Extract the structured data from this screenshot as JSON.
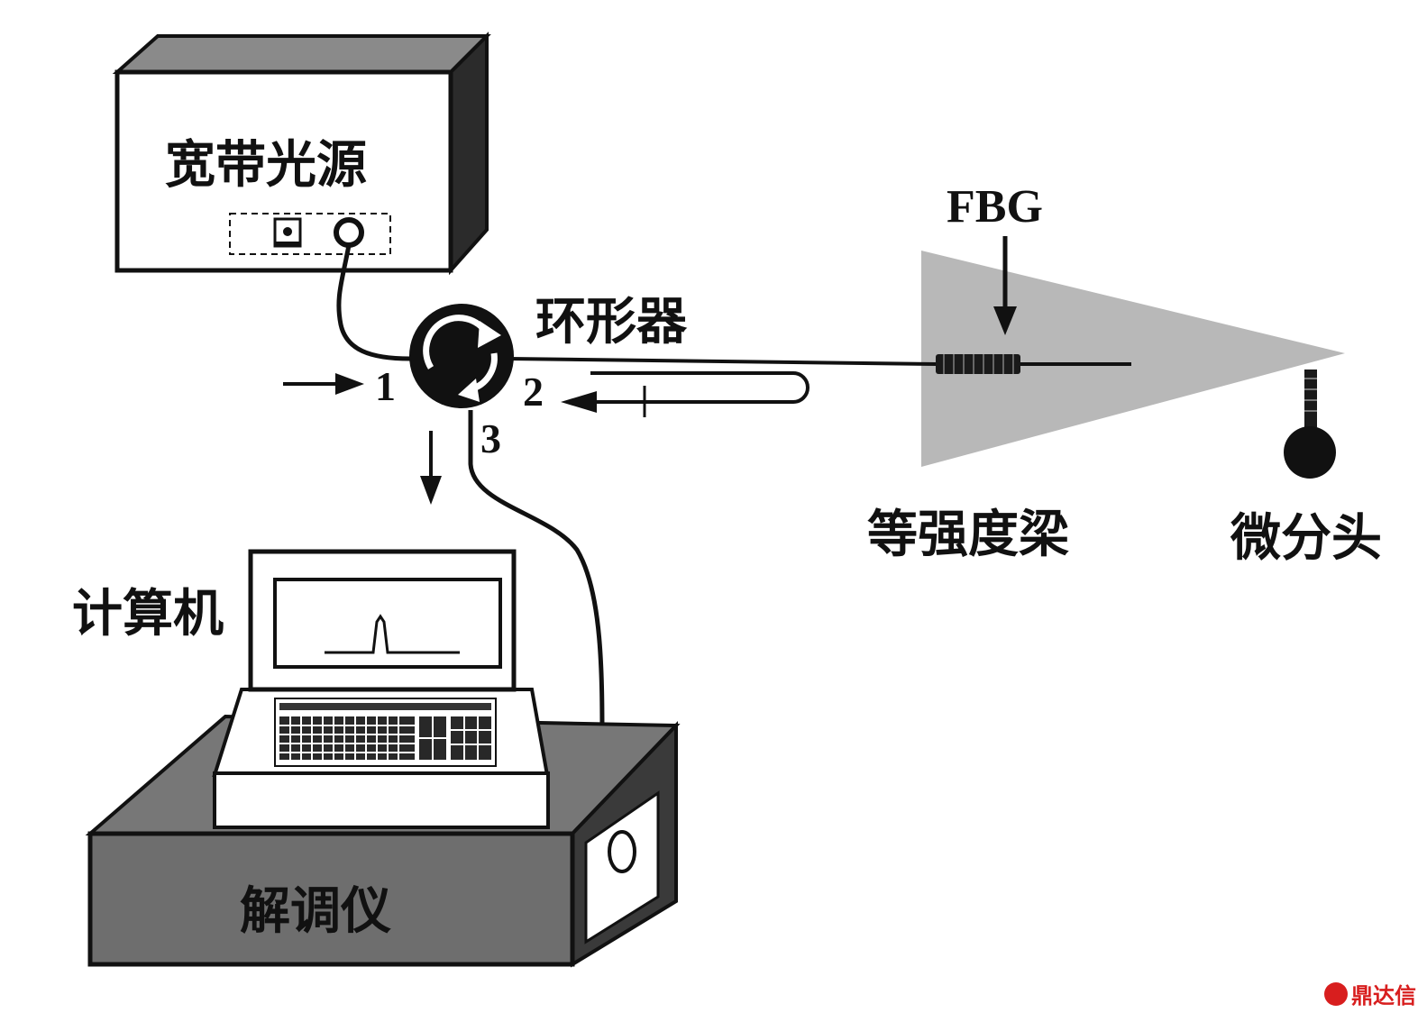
{
  "labels": {
    "light_source": "宽带光源",
    "circulator": "环形器",
    "fbg": "FBG",
    "beam": "等强度梁",
    "micrometer": "微分头",
    "computer": "计算机",
    "demodulator": "解调仪",
    "port1": "1",
    "port2": "2",
    "port3": "3"
  },
  "watermark": {
    "text": "鼎达信",
    "color": "#d81e1e"
  },
  "colors": {
    "ink": "#111111",
    "box_face": "#ffffff",
    "box_side": "#2b2b2b",
    "box_top": "#8a8a8a",
    "beam": "#b8b8b8",
    "demod_face": "#6e6e6e"
  }
}
